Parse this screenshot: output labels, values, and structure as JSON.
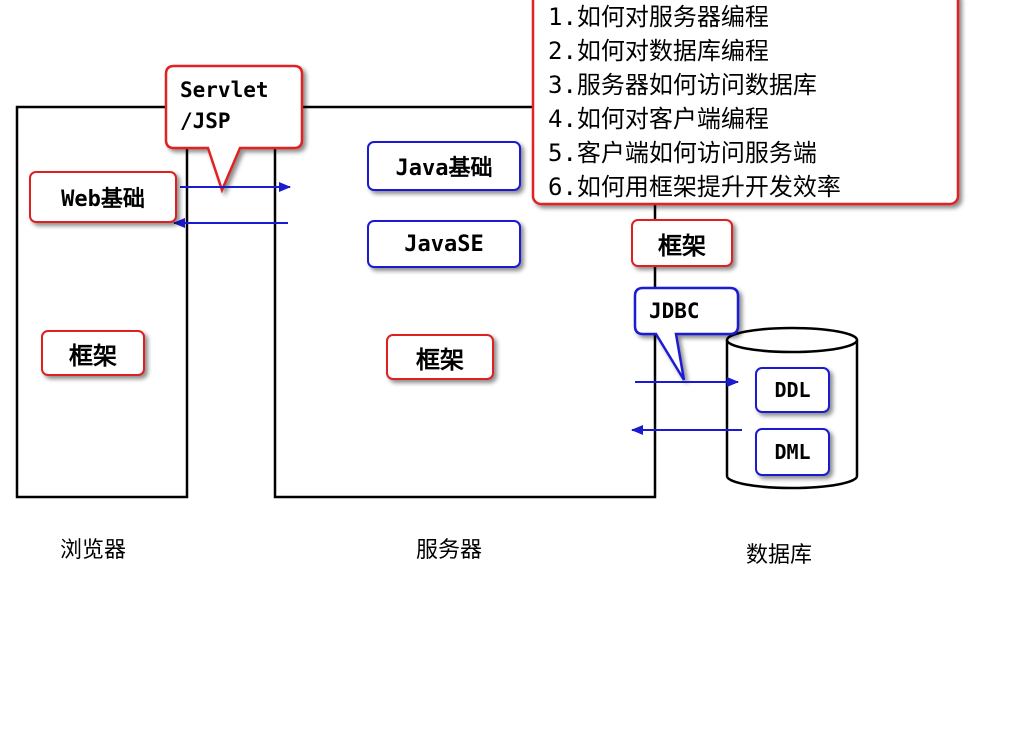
{
  "nodes": {
    "browser_label": "浏览器",
    "server_label": "服务器",
    "database_label": "数据库"
  },
  "browser": {
    "web_basics": "Web基础",
    "framework": "框架"
  },
  "server": {
    "java_basics": "Java基础",
    "javase": "JavaSE",
    "framework": "框架"
  },
  "database": {
    "framework": "框架",
    "ddl": "DDL",
    "dml": "DML"
  },
  "callouts": {
    "servlet_line1": "Servlet",
    "servlet_line2": "/JSP",
    "jdbc": "JDBC"
  },
  "topics": [
    "1.如何对服务器编程",
    "2.如何对数据库编程",
    "3.服务器如何访问数据库",
    "4.如何对客户端编程",
    "5.客户端如何访问服务端",
    "6.如何用框架提升开发效率"
  ],
  "colors": {
    "red_border": "#e02020",
    "blue_border": "#1a1ad0",
    "arrow": "#1a1ad0"
  }
}
